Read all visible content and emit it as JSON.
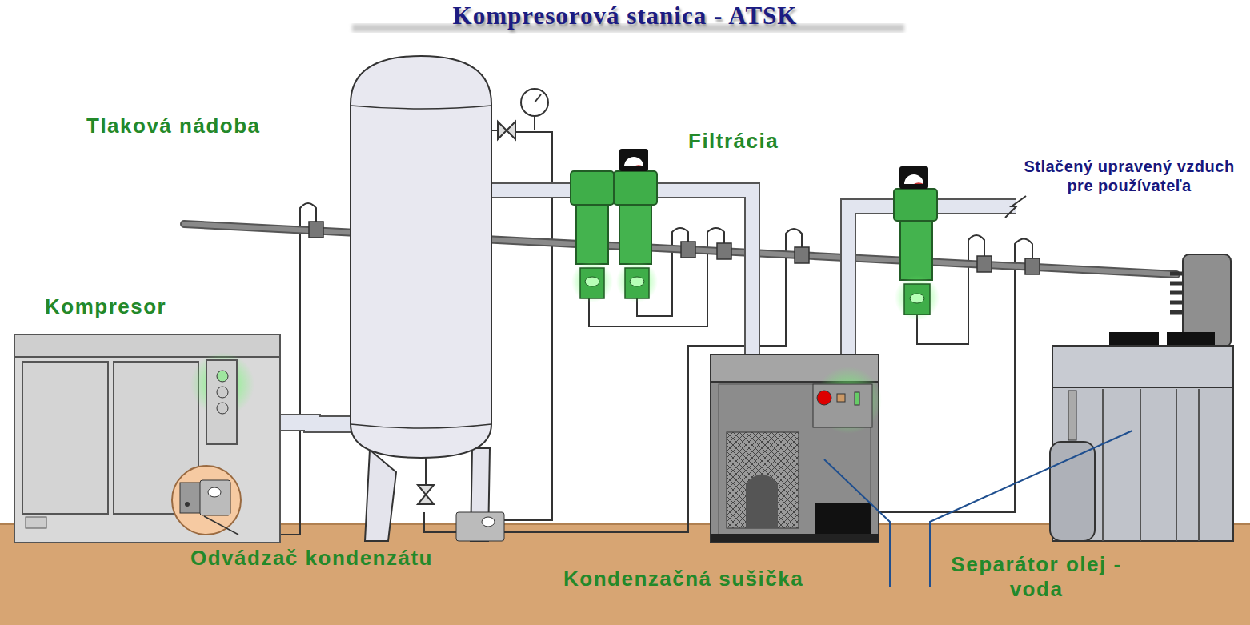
{
  "diagram": {
    "title": "Kompresorová stanica - ATSK",
    "labels": [
      "Tlaková nádoba",
      "Filtrácia",
      "Stlačený upravený vzduch pre používateľa",
      "Kompresor",
      "Odvádzač kondenzátu",
      "Kondenzačná sušička",
      "Separátor olej - voda"
    ]
  }
}
